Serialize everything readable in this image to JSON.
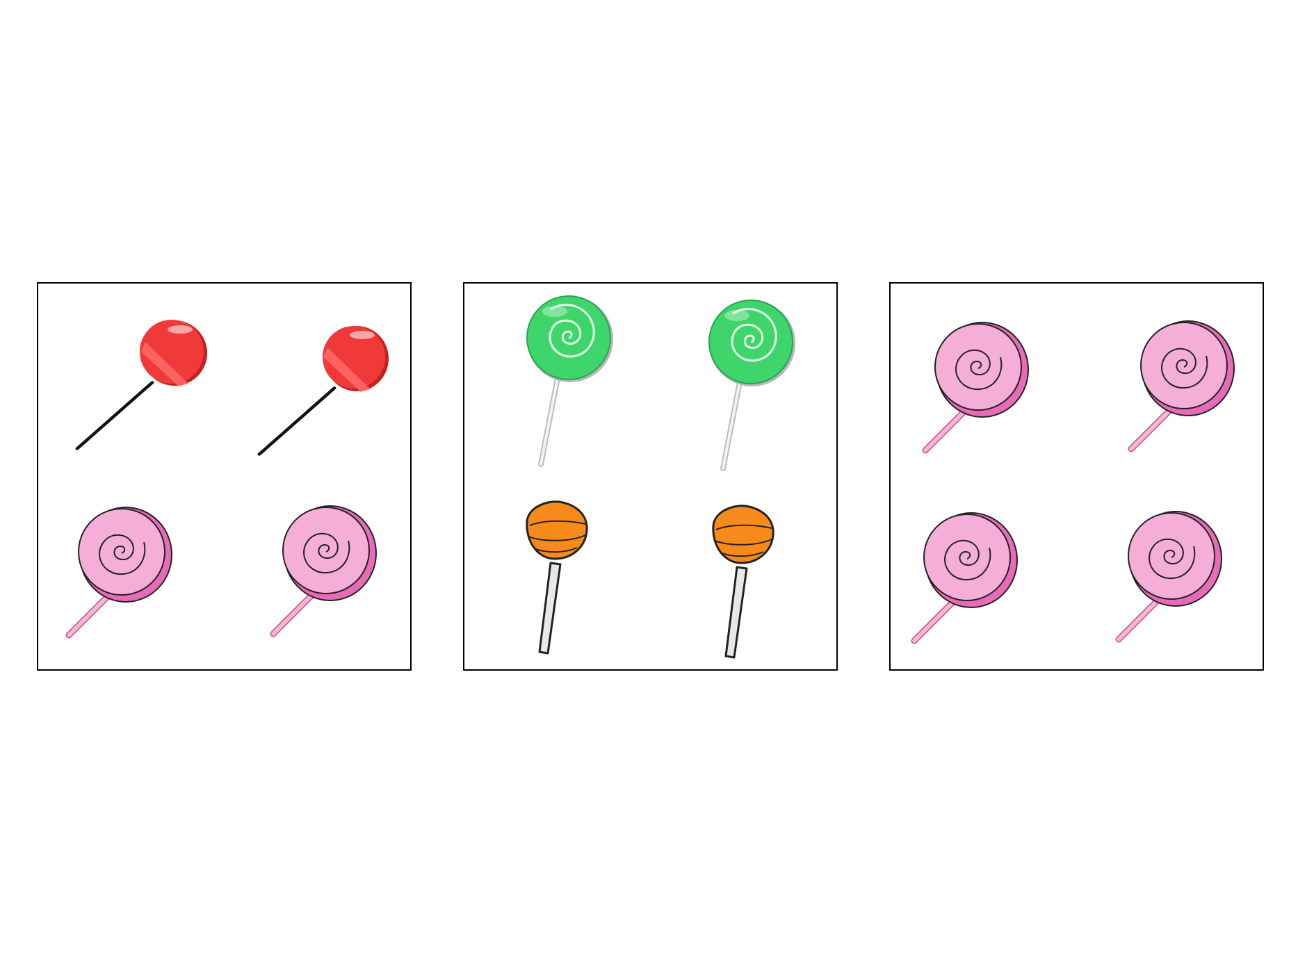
{
  "colors": {
    "panel_border": "#000000",
    "red_candy": "#f03a3a",
    "green_candy": "#3ed66a",
    "orange_candy": "#f78a1a",
    "pink_candy": "#f2a6d6"
  },
  "panels": [
    {
      "name": "group-1",
      "items": [
        {
          "type": "red-round-lollipop",
          "icon": "red-lollipop-icon"
        },
        {
          "type": "red-round-lollipop",
          "icon": "red-lollipop-icon"
        },
        {
          "type": "pink-swirl-lollipop",
          "icon": "pink-swirl-lollipop-icon"
        },
        {
          "type": "pink-swirl-lollipop",
          "icon": "pink-swirl-lollipop-icon"
        }
      ]
    },
    {
      "name": "group-2",
      "items": [
        {
          "type": "green-swirl-lollipop",
          "icon": "green-swirl-lollipop-icon"
        },
        {
          "type": "green-swirl-lollipop",
          "icon": "green-swirl-lollipop-icon"
        },
        {
          "type": "orange-lollipop",
          "icon": "orange-lollipop-icon"
        },
        {
          "type": "orange-lollipop",
          "icon": "orange-lollipop-icon"
        }
      ]
    },
    {
      "name": "group-3",
      "items": [
        {
          "type": "pink-swirl-lollipop",
          "icon": "pink-swirl-lollipop-icon"
        },
        {
          "type": "pink-swirl-lollipop",
          "icon": "pink-swirl-lollipop-icon"
        },
        {
          "type": "pink-swirl-lollipop",
          "icon": "pink-swirl-lollipop-icon"
        },
        {
          "type": "pink-swirl-lollipop",
          "icon": "pink-swirl-lollipop-icon"
        }
      ]
    }
  ]
}
